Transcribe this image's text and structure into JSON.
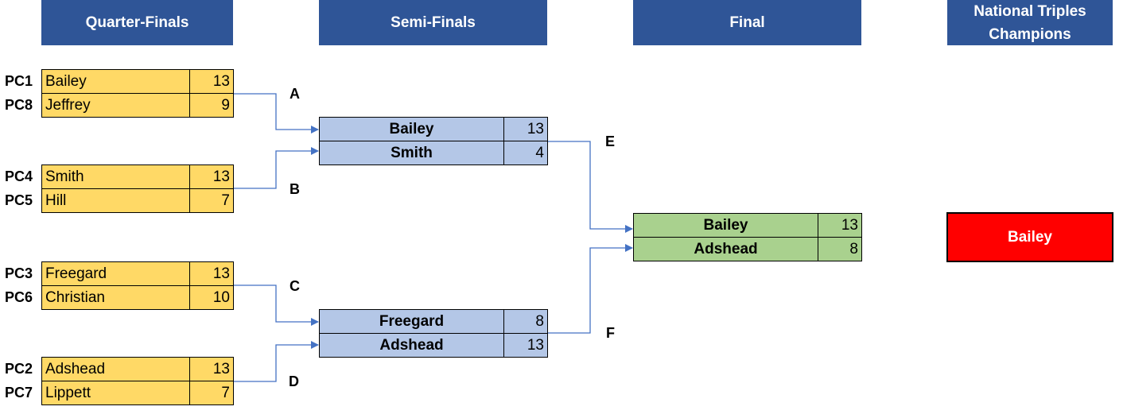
{
  "headers": {
    "quarter_finals": "Quarter-Finals",
    "semi_finals": "Semi-Finals",
    "final": "Final",
    "champions_line1": "National Triples",
    "champions_line2": "Champions"
  },
  "quarter_finals": [
    {
      "seed": "PC1",
      "name": "Bailey",
      "score": "13"
    },
    {
      "seed": "PC8",
      "name": "Jeffrey",
      "score": "9"
    },
    {
      "seed": "PC4",
      "name": "Smith",
      "score": "13"
    },
    {
      "seed": "PC5",
      "name": "Hill",
      "score": "7"
    },
    {
      "seed": "PC3",
      "name": "Freegard",
      "score": "13"
    },
    {
      "seed": "PC6",
      "name": "Christian",
      "score": "10"
    },
    {
      "seed": "PC2",
      "name": "Adshead",
      "score": "13"
    },
    {
      "seed": "PC7",
      "name": "Lippett",
      "score": "7"
    }
  ],
  "match_labels": {
    "a": "A",
    "b": "B",
    "c": "C",
    "d": "D",
    "e": "E",
    "f": "F"
  },
  "semi_finals": [
    {
      "name": "Bailey",
      "score": "13"
    },
    {
      "name": "Smith",
      "score": "4"
    },
    {
      "name": "Freegard",
      "score": "8"
    },
    {
      "name": "Adshead",
      "score": "13"
    }
  ],
  "final": [
    {
      "name": "Bailey",
      "score": "13"
    },
    {
      "name": "Adshead",
      "score": "8"
    }
  ],
  "champion": "Bailey",
  "colors": {
    "header": "#2f5597",
    "quarter_final_cell": "#ffd966",
    "semi_final_cell": "#b4c7e7",
    "final_cell": "#a9d18e",
    "champion_cell": "#ff0000",
    "connector": "#4472c4"
  }
}
